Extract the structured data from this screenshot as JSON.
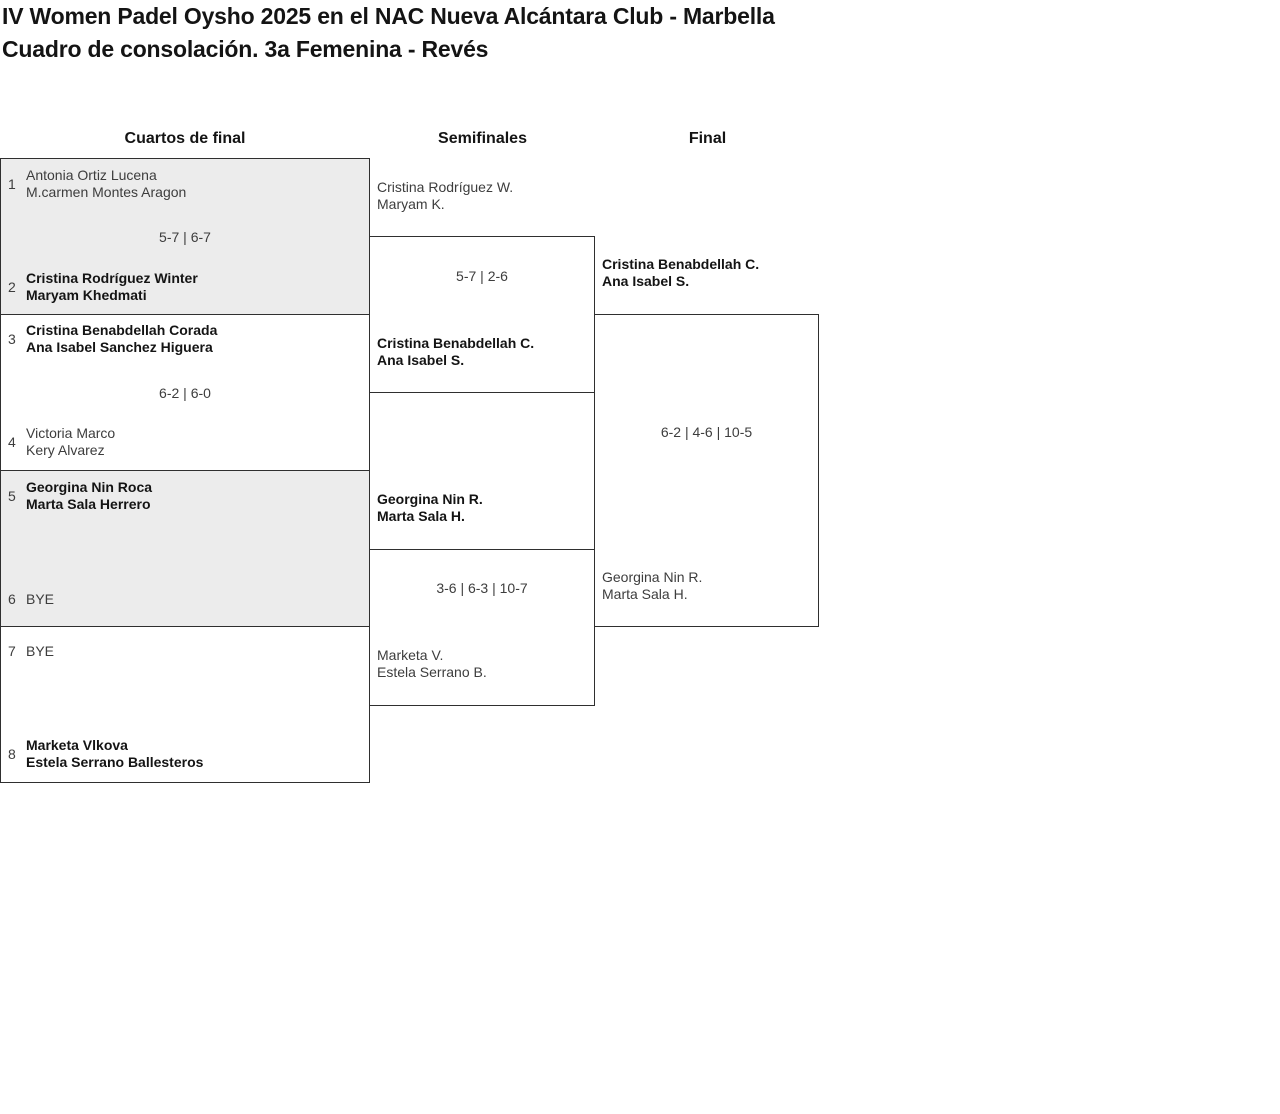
{
  "page": {
    "title": "IV Women Padel Oysho 2025 en el NAC Nueva Alcántara Club - Marbella",
    "subtitle": "Cuadro de consolación. 3a Femenina - Revés"
  },
  "rounds": {
    "quarterfinals_label": "Cuartos de final",
    "semifinals_label": "Semifinales",
    "final_label": "Final"
  },
  "colors": {
    "box_fill_alt": "#ececec",
    "box_border": "#2f2f2f",
    "winner_text": "#141414",
    "muted_text": "#3d3d3d",
    "background": "#ffffff"
  },
  "qf": [
    {
      "top": {
        "seed": "1",
        "line1": "Antonia Ortiz Lucena",
        "line2": "M.carmen Montes Aragon"
      },
      "score": "5-7 | 6-7",
      "bottom": {
        "seed": "2",
        "line1": "Cristina Rodríguez Winter",
        "line2": "Maryam Khedmati"
      }
    },
    {
      "top": {
        "seed": "3",
        "line1": "Cristina Benabdellah Corada",
        "line2": "Ana Isabel Sanchez Higuera"
      },
      "score": "6-2 | 6-0",
      "bottom": {
        "seed": "4",
        "line1": "Victoria Marco",
        "line2": "Kery Alvarez"
      }
    },
    {
      "top": {
        "seed": "5",
        "line1": "Georgina Nin Roca",
        "line2": "Marta Sala Herrero"
      },
      "score": "",
      "bottom": {
        "seed": "6",
        "line1": "BYE",
        "line2": ""
      }
    },
    {
      "top": {
        "seed": "7",
        "line1": "BYE",
        "line2": ""
      },
      "score": "",
      "bottom": {
        "seed": "8",
        "line1": "Marketa Vlkova",
        "line2": "Estela Serrano Ballesteros"
      }
    }
  ],
  "sf": [
    {
      "top": {
        "line1": "Cristina Rodríguez W.",
        "line2": "Maryam K."
      },
      "score": "5-7 | 2-6",
      "bottom": {
        "line1": "Cristina Benabdellah C.",
        "line2": "Ana Isabel S."
      }
    },
    {
      "top": {
        "line1": "Georgina Nin R.",
        "line2": "Marta Sala H."
      },
      "score": "3-6 | 6-3 | 10-7",
      "bottom": {
        "line1": "Marketa V.",
        "line2": "Estela Serrano B."
      }
    }
  ],
  "final": {
    "top": {
      "line1": "Cristina Benabdellah C.",
      "line2": "Ana Isabel S."
    },
    "score": "6-2 | 4-6 | 10-5",
    "bottom": {
      "line1": "Georgina Nin R.",
      "line2": "Marta Sala H."
    }
  }
}
